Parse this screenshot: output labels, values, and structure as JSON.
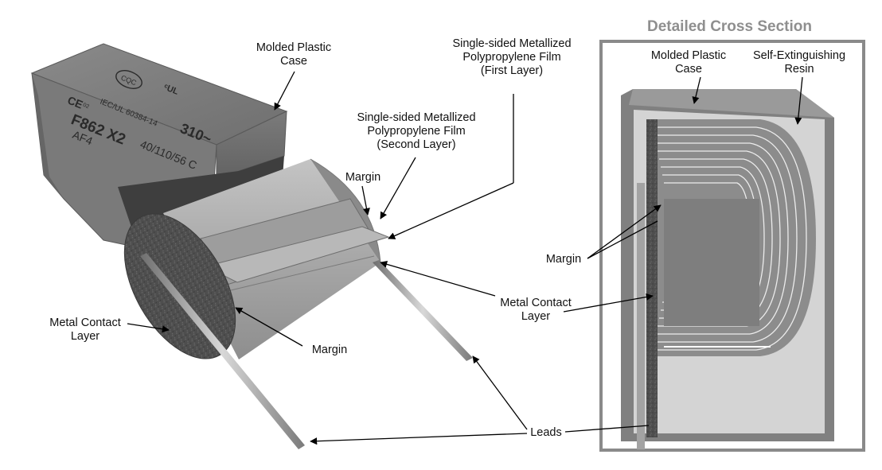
{
  "title": "Detailed Cross Section",
  "case_marking": {
    "logo_text": "CQC",
    "mark_ce": "02",
    "standard": "IEC/UL 60384-14",
    "part": "F862 X2",
    "voltage": "310~",
    "series": "AF4",
    "climatic": "40/110/56 C"
  },
  "labels": {
    "molded_case_left": [
      "Molded Plastic",
      "Case"
    ],
    "film_first": [
      "Single-sided Metallized",
      "Polypropylene Film",
      "(First Layer)"
    ],
    "film_second": [
      "Single-sided Metallized",
      "Polypropylene Film",
      "(Second Layer)"
    ],
    "margin_top": "Margin",
    "metal_contact_left": [
      "Metal Contact",
      "Layer"
    ],
    "margin_bottom": "Margin",
    "metal_contact_right": [
      "Metal Contact",
      "Layer"
    ],
    "leads": "Leads",
    "molded_case_right": [
      "Molded Plastic",
      "Case"
    ],
    "resin": [
      "Self-Extinguishing",
      "Resin"
    ],
    "margin_right": "Margin"
  },
  "colors": {
    "case": "#7d7d7d",
    "film": "#a9a9a9",
    "resin": "#d6d6d6",
    "title": "#8f8f8f"
  }
}
